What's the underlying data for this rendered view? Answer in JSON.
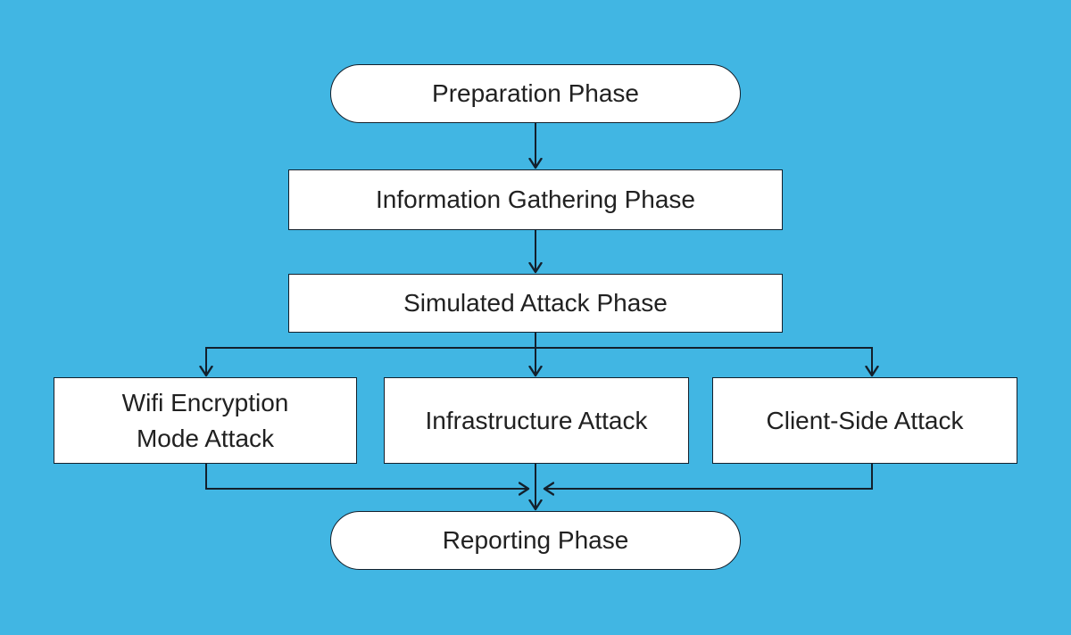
{
  "colors": {
    "background": "#41b6e3",
    "node_fill": "#ffffff",
    "node_border": "#13202c",
    "connector": "#13202c",
    "text": "#212121"
  },
  "flowchart": {
    "nodes": {
      "preparation": {
        "label": "Preparation Phase",
        "shape": "stadium"
      },
      "information_gathering": {
        "label": "Information Gathering Phase",
        "shape": "rectangle"
      },
      "simulated_attack": {
        "label": "Simulated Attack Phase",
        "shape": "rectangle"
      },
      "wifi_encryption_mode_attack": {
        "label": "Wifi Encryption Mode Attack",
        "lines": [
          "Wifi Encryption",
          "Mode Attack"
        ],
        "shape": "rectangle"
      },
      "infrastructure_attack": {
        "label": "Infrastructure Attack",
        "shape": "rectangle"
      },
      "client_side_attack": {
        "label": "Client-Side Attack",
        "shape": "rectangle"
      },
      "reporting": {
        "label": "Reporting Phase",
        "shape": "stadium"
      }
    },
    "edges": [
      {
        "from": "Preparation Phase",
        "to": "Information Gathering Phase"
      },
      {
        "from": "Information Gathering Phase",
        "to": "Simulated Attack Phase"
      },
      {
        "from": "Simulated Attack Phase",
        "to": "Wifi Encryption Mode Attack"
      },
      {
        "from": "Simulated Attack Phase",
        "to": "Infrastructure Attack"
      },
      {
        "from": "Simulated Attack Phase",
        "to": "Client-Side Attack"
      },
      {
        "from": "Wifi Encryption Mode Attack",
        "to": "Reporting Phase"
      },
      {
        "from": "Infrastructure Attack",
        "to": "Reporting Phase"
      },
      {
        "from": "Client-Side Attack",
        "to": "Reporting Phase"
      }
    ]
  }
}
